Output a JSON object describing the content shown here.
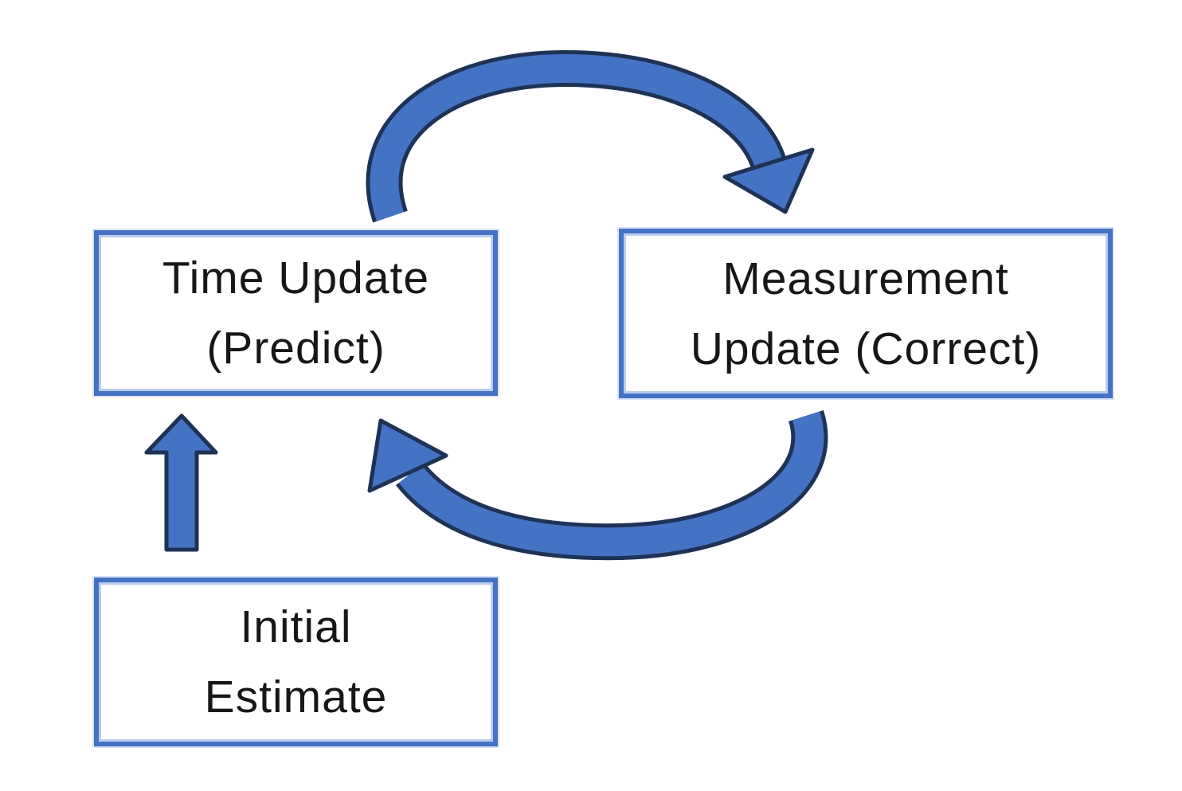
{
  "diagram": {
    "type": "flow-cycle",
    "nodes": {
      "time_update": {
        "lines": [
          "Time Update",
          "(Predict)"
        ]
      },
      "measurement_update": {
        "lines": [
          "Measurement",
          "Update (Correct)"
        ]
      },
      "initial_estimate": {
        "lines": [
          "Initial",
          "Estimate"
        ]
      }
    },
    "arrows": [
      {
        "name": "predict-to-correct",
        "from": "time_update",
        "to": "measurement_update",
        "style": "curved-clockwise-over-top"
      },
      {
        "name": "correct-to-predict",
        "from": "measurement_update",
        "to": "time_update",
        "style": "curved-clockwise-under-bottom"
      },
      {
        "name": "initial-to-predict",
        "from": "initial_estimate",
        "to": "time_update",
        "style": "straight-block-up"
      }
    ]
  },
  "colors": {
    "background": "#FFFFFF",
    "box_border": "#4472C4",
    "box_border_halo": "#B9CBEE",
    "text": "#171717",
    "arrow_fill": "#4472C4",
    "arrow_outline": "#1E3255"
  },
  "icons": {
    "top_arrow": "curved-arrow-clockwise-icon",
    "bottom_arrow": "curved-arrow-counterpart-icon",
    "up_arrow": "block-arrow-up-icon"
  }
}
